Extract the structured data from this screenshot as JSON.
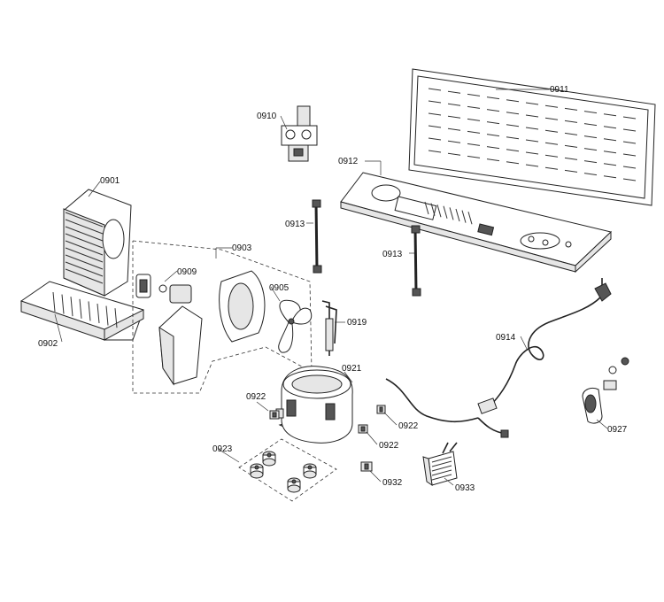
{
  "callouts": [
    {
      "id": "0901",
      "text": "0901"
    },
    {
      "id": "0902",
      "text": "0902"
    },
    {
      "id": "0903",
      "text": "0903"
    },
    {
      "id": "0905",
      "text": "0905"
    },
    {
      "id": "0909",
      "text": "0909"
    },
    {
      "id": "0910",
      "text": "0910"
    },
    {
      "id": "0911",
      "text": "0911"
    },
    {
      "id": "0912",
      "text": "0912"
    },
    {
      "id": "0913a",
      "text": "0913"
    },
    {
      "id": "0913b",
      "text": "0913"
    },
    {
      "id": "0914",
      "text": "0914"
    },
    {
      "id": "0919",
      "text": "0919"
    },
    {
      "id": "0921",
      "text": "0921"
    },
    {
      "id": "0922a",
      "text": "0922"
    },
    {
      "id": "0922b",
      "text": "0922"
    },
    {
      "id": "0922c",
      "text": "0922"
    },
    {
      "id": "0923",
      "text": "0923"
    },
    {
      "id": "0927",
      "text": "0927"
    },
    {
      "id": "0932",
      "text": "0932"
    },
    {
      "id": "0933",
      "text": "0933"
    }
  ]
}
